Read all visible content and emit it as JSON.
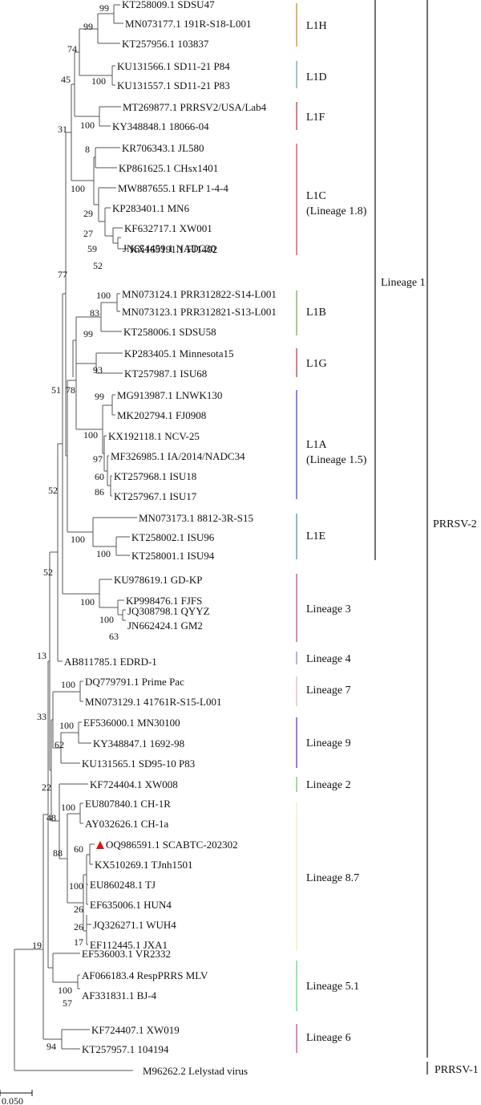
{
  "taxa": [
    "KT258009.1 SDSU47",
    "MN073177.1 191R-S18-L001",
    "KT257956.1 103837",
    "KU131566.1 SD11-21 P84",
    "KU131557.1 SD11-21 P83",
    "MT269877.1 PRRSV2/USA/Lab4",
    "KY348848.1 18066-04",
    "KR706343.1 JL580",
    "KP861625.1 CHsx1401",
    "MW887655.1 RFLP 1-4-4",
    "KP283401.1 MN6",
    "KF632717.1 XW001",
    "JN654459.1 NADC30",
    "KX169191.1 FJ1402",
    "MN073124.1 PRR312822-S14-L001",
    "MN073123.1 PRR312821-S13-L001",
    "KT258006.1 SDSU58",
    "KP283405.1 Minnesota15",
    "KT257987.1 ISU68",
    "MG913987.1 LNWK130",
    "MK202794.1 FJ0908",
    "KX192118.1 NCV-25",
    "MF326985.1 IA/2014/NADC34",
    "KT257968.1 ISU18",
    "KT257967.1 ISU17",
    "MN073173.1 8812-3R-S15",
    "KT258002.1 ISU96",
    "KT258001.1 ISU94",
    "KU978619.1 GD-KP",
    "KP998476.1 FJFS",
    "JQ308798.1 QYYZ",
    "JN662424.1 GM2",
    "AB811785.1 EDRD-1",
    "DQ779791.1 Prime Pac",
    "MN073129.1 41761R-S15-L001",
    "EF536000.1 MN30100",
    "KY348847.1 1692-98",
    "KU131565.1 SD95-10 P83",
    "KF724404.1 XW008",
    "EU807840.1 CH-1R",
    "AY032626.1 CH-1a",
    "OQ986591.1 SCABTC-202302",
    "KX510269.1 TJnh1501",
    "EU860248.1 TJ",
    "EF635006.1 HUN4",
    "JQ326271.1 WUH4",
    "EF112445.1 JXA1",
    "EF536003.1 VR2332",
    "AF066183.4 RespPRRS MLV",
    "AF331831.1 BJ-4",
    "KF724407.1 XW019",
    "KT257957.1 104194",
    "M96262.2 Lelystad virus"
  ],
  "bootstrap": [
    "99",
    "99",
    "74",
    "100",
    "45",
    "100",
    "31",
    "8",
    "100",
    "29",
    "27",
    "59",
    "52",
    "77",
    "100",
    "83",
    "99",
    "93",
    "51",
    "78",
    "99",
    "100",
    "97",
    "60",
    "86",
    "52",
    "100",
    "100",
    "52",
    "100",
    "100",
    "63",
    "13",
    "100",
    "33",
    "100",
    "62",
    "22",
    "100",
    "48",
    "88",
    "60",
    "100",
    "26",
    "26",
    "17",
    "19",
    "100",
    "57",
    "94"
  ],
  "groups": [
    {
      "label": "L1H",
      "sub": "",
      "color": "#c8861e"
    },
    {
      "label": "L1D",
      "sub": "",
      "color": "#5aa0a8"
    },
    {
      "label": "L1F",
      "sub": "",
      "color": "#b8313a"
    },
    {
      "label": "L1C",
      "sub": "(Lineage 1.8)",
      "color": "#d9343a"
    },
    {
      "label": "L1B",
      "sub": "",
      "color": "#66a843"
    },
    {
      "label": "L1G",
      "sub": "",
      "color": "#b8313a"
    },
    {
      "label": "L1A",
      "sub": "(Lineage 1.5)",
      "color": "#3a3ad0"
    },
    {
      "label": "L1E",
      "sub": "",
      "color": "#4a86b0"
    },
    {
      "label": "Lineage 3",
      "sub": "",
      "color": "#b8406e"
    },
    {
      "label": "Lineage 4",
      "sub": "",
      "color": "#8a7fc0"
    },
    {
      "label": "Lineage 7",
      "sub": "",
      "color": "#f4a8b8"
    },
    {
      "label": "Lineage 9",
      "sub": "",
      "color": "#5a2aa8"
    },
    {
      "label": "Lineage 2",
      "sub": "",
      "color": "#5ac85a"
    },
    {
      "label": "Lineage 8.7",
      "sub": "",
      "color": "#f4eab0"
    },
    {
      "label": "Lineage 5.1",
      "sub": "",
      "color": "#5ad070"
    },
    {
      "label": "Lineage 6",
      "sub": "",
      "color": "#c03aa0"
    }
  ],
  "outer": {
    "lineage1": "Lineage 1",
    "prrsv2": "PRRSV-2",
    "prrsv1": "PRRSV-1"
  },
  "scale": {
    "label": "0.050"
  },
  "highlight": {
    "color": "#dd1111",
    "taxon": "OQ986591.1 SCABTC-202302"
  }
}
